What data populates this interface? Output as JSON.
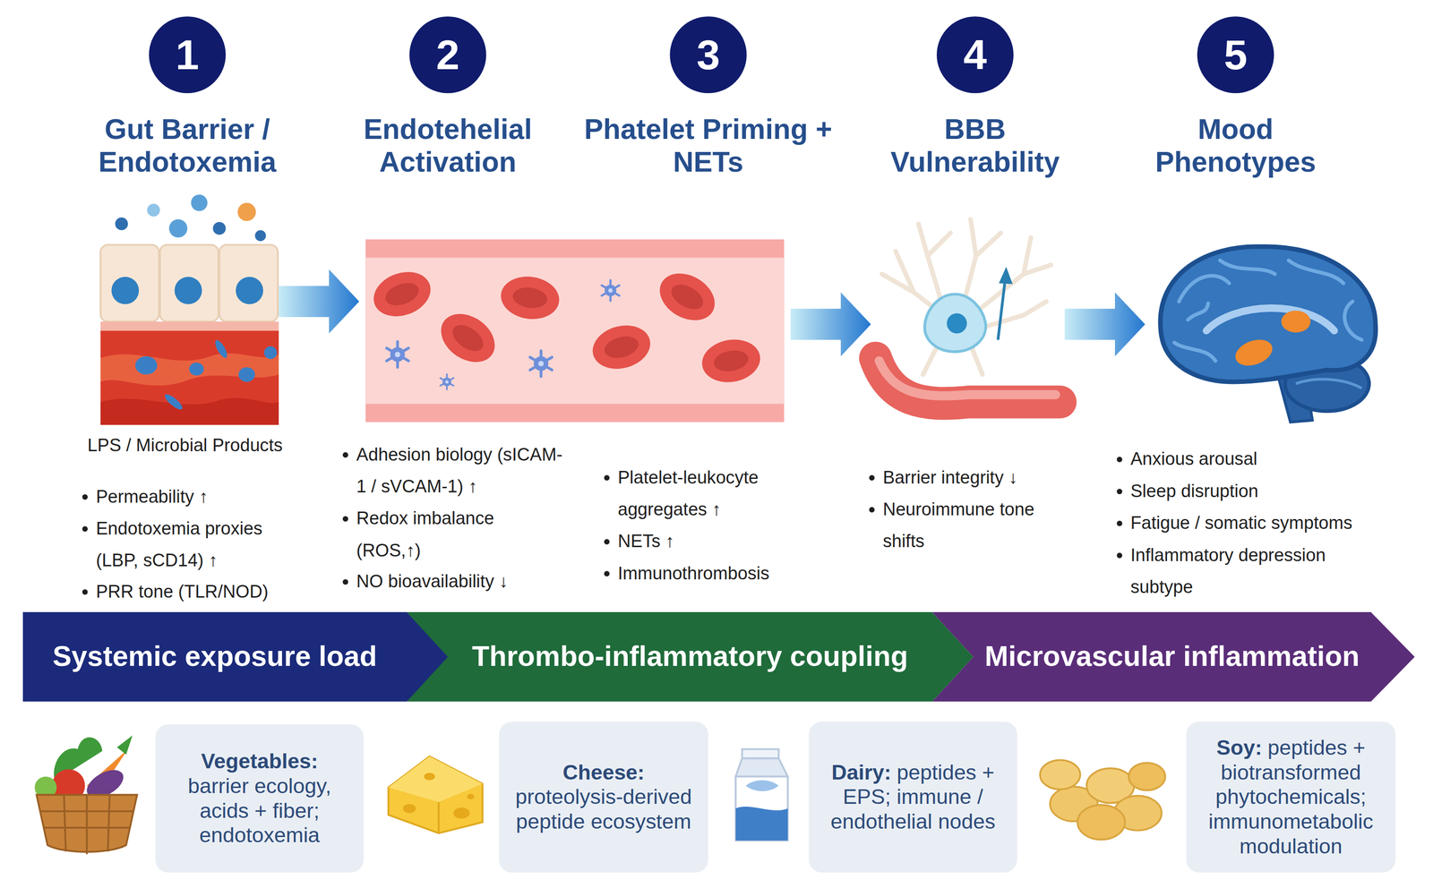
{
  "diagram": {
    "nodes": [
      {
        "text": [
          "1",
          "Gut Barrier / Endotoxemia"
        ]
      },
      {
        "text": [
          "2",
          "Endotehelial Activation"
        ]
      },
      {
        "text": [
          "3",
          "Phatelet Priming + NETs"
        ]
      },
      {
        "text": [
          "4",
          "BBB Vulnerability"
        ]
      },
      {
        "text": [
          "5",
          "Mood Phenotypes"
        ]
      },
      {
        "text": [
          "Systemic exposure load"
        ]
      },
      {
        "text": [
          "Thrombo-inflammatory coupling"
        ]
      },
      {
        "text": [
          "Microvascular inflammation"
        ]
      },
      {
        "text": [
          "Vegetables:",
          "barrier ecology, acids + fiber; endotoxemia"
        ]
      },
      {
        "text": [
          "Cheese:",
          "proteolysis-derived peptide ecosystem"
        ]
      },
      {
        "text": [
          "Dairy:",
          "peptides + EPS; immune / endothelial nodes"
        ]
      },
      {
        "text": [
          "Soy:",
          "peptides + biotransformed phytochemicals; immunometabolic modulation"
        ]
      }
    ],
    "labels": [
      "LPS / Microbial Products",
      "Permeability ↑",
      "Endotoxemia proxies (LBP, sCD14) ↑",
      "PRR tone (TLR/NOD)",
      "Adhesion biology (sICAM-1 / sVCAM-1) ↑",
      "Redox imbalance (ROS,↑)",
      "NO bioavailability ↓",
      "Platelet-leukocyte aggregates ↑",
      "NETs ↑",
      "Immunothrombosis",
      "Barrier integrity ↓",
      "Neuroimmune tone shifts",
      "Anxious arousal",
      "Sleep disruption",
      "Fatigue / somatic symptoms",
      "Inflammatory depression subtype"
    ]
  }
}
